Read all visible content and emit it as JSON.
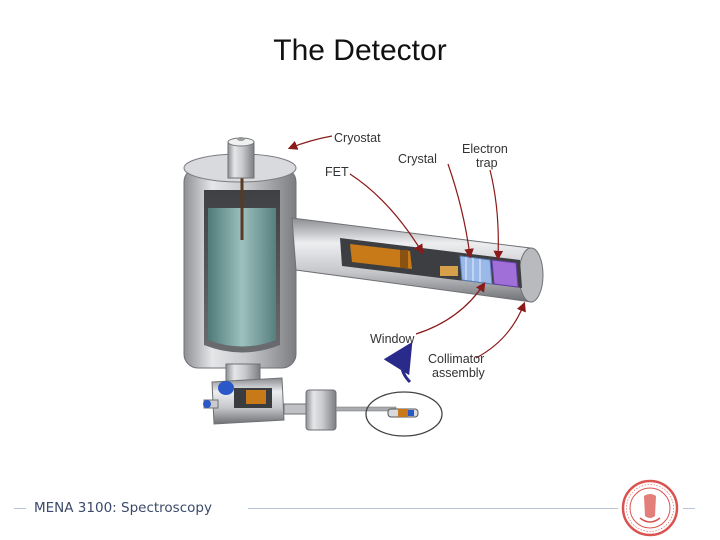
{
  "slide": {
    "title": "The Detector",
    "footer": "MENA 3100: Spectroscopy"
  },
  "figure": {
    "labels": {
      "cryostat": "Cryostat",
      "crystal": "Crystal",
      "electron_trap_line1": "Electron",
      "electron_trap_line2": "trap",
      "fet": "FET",
      "window": "Window",
      "collimator_line1": "Collimator",
      "collimator_line2": "assembly"
    }
  },
  "colors": {
    "title": "#111111",
    "footer_text": "#3a4a6a",
    "footer_line": "#b8c4d8",
    "seal": "#d9534f",
    "callout_arrow": "#8b1a1a",
    "insert_arrow": "#2a2a8a",
    "crystal_blue": "#9ab8e8",
    "trap_purple": "#a070d8",
    "fet_orange": "#c87a18"
  },
  "icons": {
    "seal": "university-seal-icon"
  }
}
